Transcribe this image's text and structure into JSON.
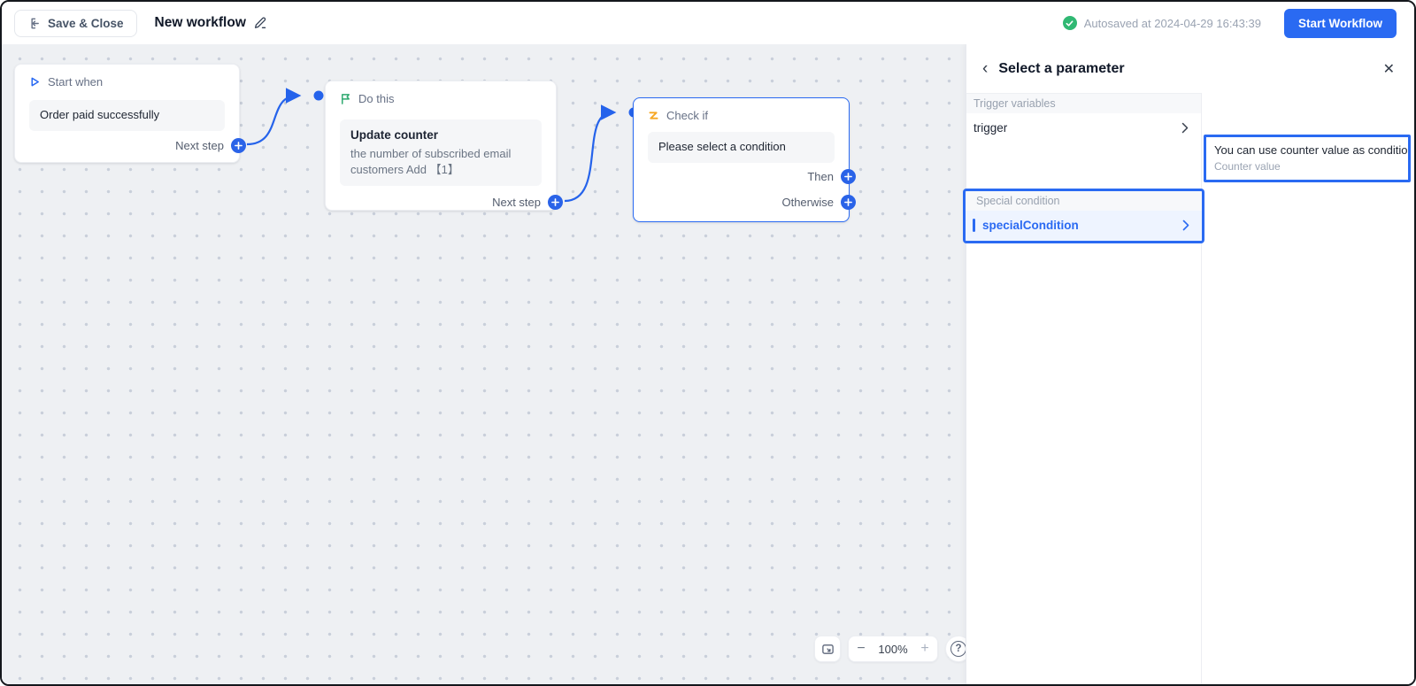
{
  "topbar": {
    "save_close_label": "Save & Close",
    "workflow_title": "New workflow",
    "autosave_text": "Autosaved at 2024-04-29 16:43:39",
    "start_workflow_label": "Start Workflow"
  },
  "canvas": {
    "nodes": {
      "start": {
        "label": "Start when",
        "content": "Order paid successfully",
        "next_step_label": "Next step"
      },
      "action": {
        "label": "Do this",
        "title": "Update counter",
        "description": "the number of subscribed email customers Add 【1】",
        "next_step_label": "Next step"
      },
      "condition": {
        "label": "Check if",
        "content": "Please select a condition",
        "then_label": "Then",
        "otherwise_label": "Otherwise"
      }
    },
    "controls": {
      "zoom_out": "−",
      "zoom_level": "100%",
      "zoom_in": "+",
      "help": "?"
    }
  },
  "panel": {
    "title": "Select a parameter",
    "sections": [
      {
        "header": "Trigger variables",
        "items": [
          {
            "label": "trigger"
          }
        ]
      },
      {
        "header": "Special condition",
        "items": [
          {
            "label": "specialCondition"
          }
        ]
      }
    ],
    "tooltip": {
      "title": "You can use counter value as condition",
      "subtitle": "Counter value"
    }
  },
  "icons": {
    "back": "‹",
    "close": "✕"
  },
  "colors": {
    "accent_blue": "#2a6af2",
    "connector_blue": "#2563eb",
    "success_green": "#30b873",
    "flag_green": "#2da86e",
    "condition_orange": "#f6a723",
    "canvas_bg": "#eef0f3"
  }
}
